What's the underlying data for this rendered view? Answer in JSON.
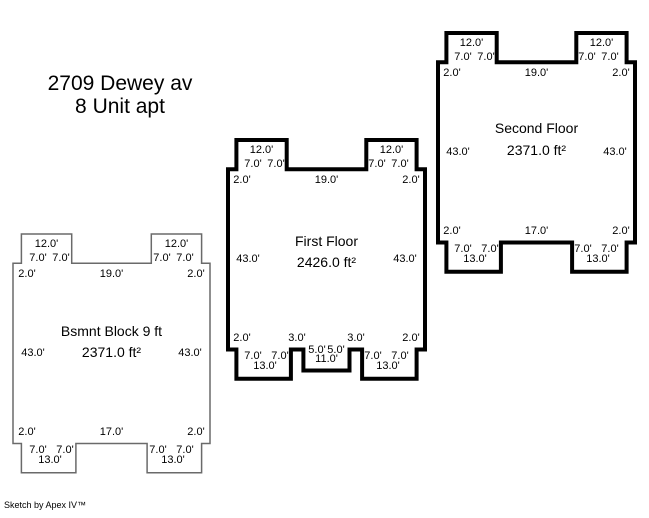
{
  "title": {
    "line1": "2709 Dewey av",
    "line2": "8 Unit apt"
  },
  "footer": {
    "credit": "Sketch by Apex IV™"
  },
  "colors": {
    "heavy_outline": "#000000",
    "light_outline": "#6a6a6a",
    "text": "#000000",
    "background": "#ffffff"
  },
  "floors": [
    {
      "name": "Bsmnt Block 9 ft",
      "area": "2371.0 ft²",
      "dims": {
        "t12L": "12.0'",
        "t7La": "7.0'",
        "t7Lb": "7.0'",
        "t2L": "2.0'",
        "t19": "19.0'",
        "t12R": "12.0'",
        "t7Ra": "7.0'",
        "t7Rb": "7.0'",
        "t2R": "2.0'",
        "s43L": "43.0'",
        "s43R": "43.0'",
        "b2L": "2.0'",
        "b17": "17.0'",
        "b2R": "2.0'",
        "b7La": "7.0'",
        "b7Lb": "7.0'",
        "b13L": "13.0'",
        "b7Ra": "7.0'",
        "b7Rb": "7.0'",
        "b13R": "13.0'"
      }
    },
    {
      "name": "First Floor",
      "area": "2426.0 ft²",
      "dims": {
        "t12L": "12.0'",
        "t7La": "7.0'",
        "t7Lb": "7.0'",
        "t2L": "2.0'",
        "t19": "19.0'",
        "t12R": "12.0'",
        "t7Ra": "7.0'",
        "t7Rb": "7.0'",
        "t2R": "2.0'",
        "s43L": "43.0'",
        "s43R": "43.0'",
        "b2L": "2.0'",
        "b3L": "3.0'",
        "b5a": "5.0'",
        "b5b": "5.0'",
        "b11": "11.0'",
        "b3R": "3.0'",
        "b2R": "2.0'",
        "b7La": "7.0'",
        "b7Lb": "7.0'",
        "b13L": "13.0'",
        "b7Ra": "7.0'",
        "b7Rb": "7.0'",
        "b13R": "13.0'"
      }
    },
    {
      "name": "Second Floor",
      "area": "2371.0 ft²",
      "dims": {
        "t12L": "12.0'",
        "t7La": "7.0'",
        "t7Lb": "7.0'",
        "t2L": "2.0'",
        "t19": "19.0'",
        "t12R": "12.0'",
        "t7Ra": "7.0'",
        "t7Rb": "7.0'",
        "t2R": "2.0'",
        "s43L": "43.0'",
        "s43R": "43.0'",
        "b2L": "2.0'",
        "b17": "17.0'",
        "b2R": "2.0'",
        "b7La": "7.0'",
        "b7Lb": "7.0'",
        "b13L": "13.0'",
        "b7Ra": "7.0'",
        "b7Rb": "7.0'",
        "b13R": "13.0'"
      }
    }
  ]
}
